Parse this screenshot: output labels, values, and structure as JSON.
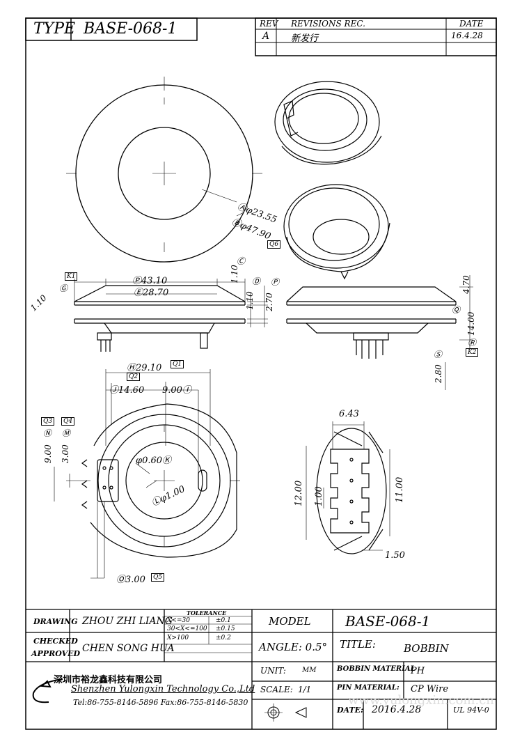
{
  "header": {
    "type_label": "TYPE",
    "type_value": "BASE-068-1",
    "rev_label": "REV",
    "revisions_label": "REVISIONS REC.",
    "date_label": "DATE",
    "rev_value": "A",
    "revision_text": "新发行",
    "rev_date": "16.4.28"
  },
  "dimensions": {
    "a": "Ⓐφ23.55",
    "b": "Ⓑφ47.90",
    "q6": "Q6",
    "p": "Ⓟ43.10",
    "e": "Ⓔ28.70",
    "k1": "K1",
    "g": "Ⓖ",
    "g_val": "1.10",
    "c": "Ⓒ",
    "c_val": "1.10",
    "d": "Ⓓ",
    "d_val": "1.10",
    "p2": "Ⓟ",
    "p2_val": "2.70",
    "val_470": "4.70",
    "q_mark": "Ⓠ",
    "val_1400": "14.00",
    "r_mark": "Ⓡ",
    "s_mark": "Ⓢ",
    "k2": "K2",
    "val_280": "2.80",
    "h": "Ⓗ29.10",
    "q1": "Q1",
    "q2": "Q2",
    "j": "Ⓙ14.60",
    "i": "9.00Ⓘ",
    "q3": "Q3",
    "q4": "Q4",
    "n": "Ⓝ",
    "m": "Ⓜ",
    "val_900": "9.00",
    "val_300": "3.00",
    "k": "φ0.60Ⓚ",
    "l": "Ⓛφ1.00",
    "o": "Ⓞ3.00",
    "q5": "Q5",
    "d643": "6.43",
    "d1200": "12.00",
    "d100": "1.00",
    "d1100": "11.00",
    "d150": "1.50"
  },
  "title_block": {
    "drawing_label": "DRAWING",
    "drawing_value": "ZHOU ZHI LIANG",
    "tolerance_label": "TOLERANCE",
    "tol_rows": [
      {
        "range": "X<=30",
        "tol": "±0.1"
      },
      {
        "range": "30<X<=100",
        "tol": "±0.15"
      },
      {
        "range": "X>100",
        "tol": "±0.2"
      }
    ],
    "model_label": "MODEL",
    "model_value": "BASE-068-1",
    "checked_label": "CHECKED",
    "approved_label": "APPROVED",
    "checked_value": "CHEN SONG HUA",
    "angle_label": "ANGLE: 0.5°",
    "title_label": "TITLE:",
    "title_value": "BOBBIN",
    "company_cn": "深圳市裕龙鑫科技有限公司",
    "company_en": "Shenzhen Yulongxin Technology Co.,Ltd",
    "contact": "Tel:86-755-8146-5896  Fax:86-755-8146-5830",
    "unit_label": "UNIT:",
    "unit_value": "MM",
    "scale_label": "SCALE:",
    "scale_value": "1/1",
    "bobbin_material_label": "BOBBIN MATERIAL",
    "bobbin_material_value": "PH",
    "pin_material_label": "PIN MATERIAL:",
    "pin_material_value": "CP Wire",
    "date_label": "DATE:",
    "date_value": "2016.4.28",
    "ul_value": "UL 94V-0",
    "watermark": "www.yulongxin.com.cn"
  }
}
